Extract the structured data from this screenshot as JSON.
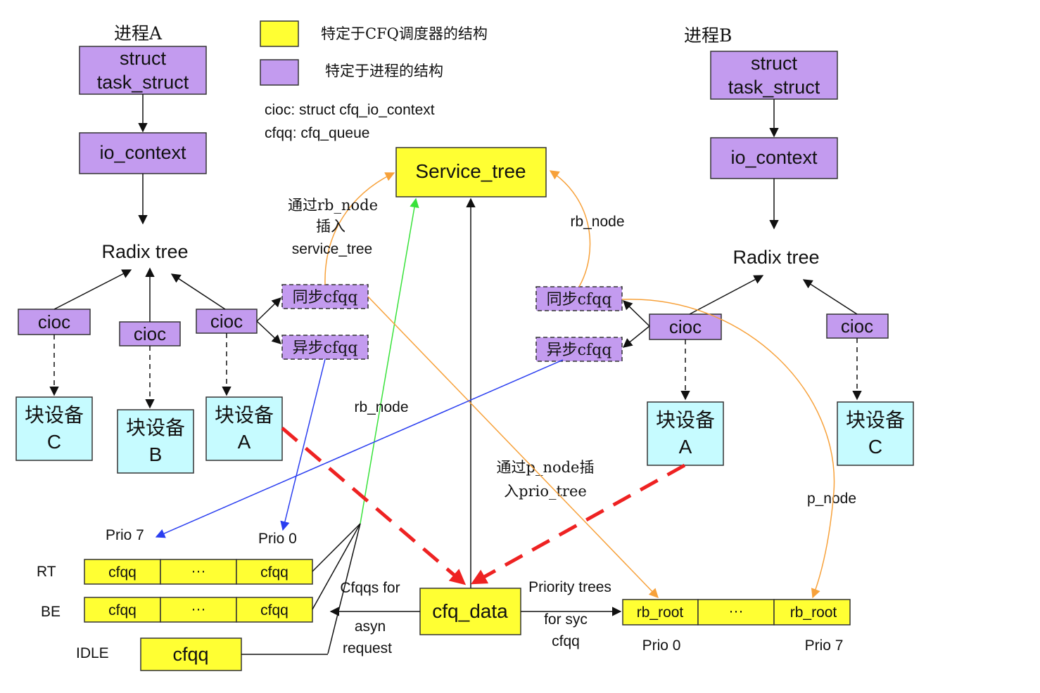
{
  "legend": {
    "yellow_label": "特定于CFQ调度器的结构",
    "purple_label": "特定于进程的结构",
    "yellow_color": "#ffff33",
    "purple_color": "#c39bef",
    "abbr_cioc": "cioc: struct cfq_io_context",
    "abbr_cfqq": "cfqq: cfq_queue"
  },
  "process_a": {
    "title": "进程A",
    "task_struct_line1": "struct",
    "task_struct_line2": "task_struct",
    "io_context": "io_context",
    "radix_tree": "Radix tree",
    "cioc_labels": [
      "cioc",
      "cioc",
      "cioc"
    ],
    "devices": [
      {
        "line1": "块设备",
        "line2": "C"
      },
      {
        "line1": "块设备",
        "line2": "B"
      },
      {
        "line1": "块设备",
        "line2": "A"
      }
    ],
    "sync_cfqq": "同步cfqq",
    "async_cfqq": "异步cfqq"
  },
  "process_b": {
    "title": "进程B",
    "task_struct_line1": "struct",
    "task_struct_line2": "task_struct",
    "io_context": "io_context",
    "radix_tree": "Radix tree",
    "cioc_labels": [
      "cioc",
      "cioc"
    ],
    "devices": [
      {
        "line1": "块设备",
        "line2": "A"
      },
      {
        "line1": "块设备",
        "line2": "C"
      }
    ],
    "sync_cfqq": "同步cfqq",
    "async_cfqq": "异步cfqq"
  },
  "center": {
    "service_tree": "Service_tree",
    "cfq_data": "cfq_data",
    "via_rb_node_line1": "通过rb_node",
    "via_rb_node_line2": "插入",
    "via_rb_node_line3": "service_tree",
    "rb_node_right": "rb_node",
    "rb_node_mid": "rb_node",
    "via_p_node_line1": "通过p_node插",
    "via_p_node_line2": "入prio_tree",
    "p_node": "p_node"
  },
  "async_queues": {
    "prio7": "Prio 7",
    "prio0": "Prio 0",
    "rows": [
      {
        "name": "RT",
        "cells": [
          "cfqq",
          "···",
          "cfqq"
        ]
      },
      {
        "name": "BE",
        "cells": [
          "cfqq",
          "···",
          "cfqq"
        ]
      },
      {
        "name": "IDLE",
        "cells": [
          "cfqq"
        ]
      }
    ],
    "caption_line1": "Cfqqs for",
    "caption_line2": "asyn",
    "caption_line3": "request"
  },
  "priority_trees": {
    "caption_line1": "Priority trees",
    "caption_line2": "for syc",
    "caption_line3": "cfqq",
    "cells": [
      "rb_root",
      "···",
      "rb_root"
    ],
    "prio0": "Prio 0",
    "prio7": "Prio 7"
  }
}
